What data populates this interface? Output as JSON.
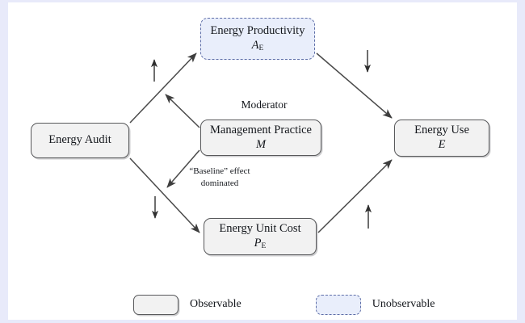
{
  "figure": {
    "type": "path-diagram",
    "background_color": "#ffffff",
    "border_band_color": "#e8eafa"
  },
  "styles": {
    "observable_fill": "#f2f2f2",
    "observable_stroke": "#58595b",
    "unobservable_fill": "#e9eefb",
    "unobservable_stroke": "#5e6ea8",
    "edge_color": "#4a4a4a",
    "text_color": "#14171c"
  },
  "nodes": [
    {
      "id": "energy-productivity",
      "title": "Energy Productivity",
      "symbol": "A",
      "subscript": "E",
      "kind": "unobservable"
    },
    {
      "id": "energy-audit",
      "title": "Energy Audit",
      "symbol": "",
      "subscript": "",
      "kind": "observable"
    },
    {
      "id": "management-practice",
      "title": "Management Practice",
      "symbol": "M",
      "subscript": "",
      "kind": "observable"
    },
    {
      "id": "energy-use",
      "title": "Energy Use",
      "symbol": "E",
      "subscript": "",
      "kind": "observable"
    },
    {
      "id": "energy-unit-cost",
      "title": "Energy Unit Cost",
      "symbol": "P",
      "subscript": "E",
      "kind": "observable"
    }
  ],
  "labels": {
    "moderator": "Moderator",
    "baseline_effect": "“Baseline” effect dominated"
  },
  "edges": [
    {
      "from": "energy-audit",
      "to": "energy-productivity",
      "sign": "up"
    },
    {
      "from": "energy-audit",
      "to": "energy-unit-cost",
      "sign": "down"
    },
    {
      "from": "energy-productivity",
      "to": "energy-use",
      "sign": "down"
    },
    {
      "from": "energy-unit-cost",
      "to": "energy-use",
      "sign": "up"
    },
    {
      "from": "management-practice",
      "to": "energy-audit-to-productivity-path",
      "sign": ""
    },
    {
      "from": "management-practice",
      "to": "energy-audit-to-unit-cost-path",
      "sign": ""
    }
  ],
  "legend": {
    "items": [
      {
        "id": "observable",
        "label": "Observable",
        "kind": "observable"
      },
      {
        "id": "unobservable",
        "label": "Unobservable",
        "kind": "unobservable"
      }
    ]
  }
}
